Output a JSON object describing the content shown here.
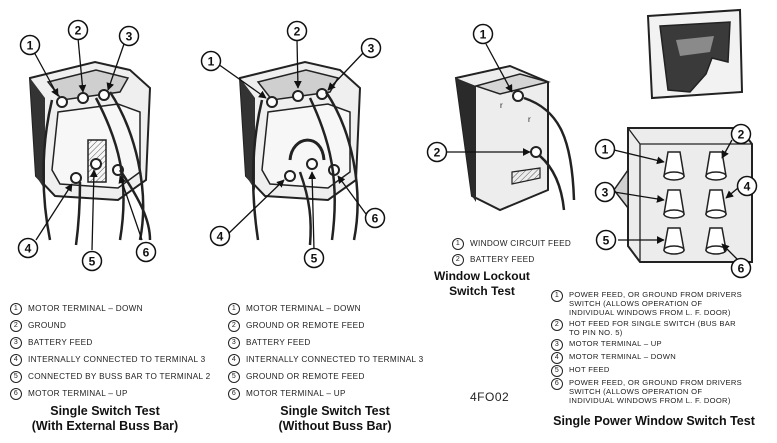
{
  "diagram_1": {
    "callouts": [
      "1",
      "2",
      "3",
      "4",
      "5",
      "6"
    ],
    "legend": [
      {
        "n": "1",
        "text": "MOTOR TERMINAL – DOWN"
      },
      {
        "n": "2",
        "text": "GROUND"
      },
      {
        "n": "3",
        "text": "BATTERY FEED"
      },
      {
        "n": "4",
        "text": "INTERNALLY CONNECTED TO TERMINAL 3"
      },
      {
        "n": "5",
        "text": "CONNECTED BY BUSS BAR TO TERMINAL 2"
      },
      {
        "n": "6",
        "text": "MOTOR TERMINAL – UP"
      }
    ],
    "caption_line1": "Single Switch Test",
    "caption_line2": "(With External Buss Bar)"
  },
  "diagram_2": {
    "callouts": [
      "1",
      "2",
      "3",
      "4",
      "5",
      "6"
    ],
    "legend": [
      {
        "n": "1",
        "text": "MOTOR TERMINAL – DOWN"
      },
      {
        "n": "2",
        "text": "GROUND OR REMOTE FEED"
      },
      {
        "n": "3",
        "text": "BATTERY FEED"
      },
      {
        "n": "4",
        "text": "INTERNALLY CONNECTED TO TERMINAL 3"
      },
      {
        "n": "5",
        "text": "GROUND OR REMOTE FEED"
      },
      {
        "n": "6",
        "text": "MOTOR TERMINAL – UP"
      }
    ],
    "caption_line1": "Single Switch Test",
    "caption_line2": "(Without Buss Bar)"
  },
  "diagram_3": {
    "callouts": [
      "1",
      "2"
    ],
    "legend": [
      {
        "n": "1",
        "text": "WINDOW CIRCUIT FEED"
      },
      {
        "n": "2",
        "text": "BATTERY FEED"
      }
    ],
    "caption_line1": "Window Lockout",
    "caption_line2": "Switch Test"
  },
  "diagram_4": {
    "callouts": [
      "1",
      "2",
      "3",
      "4",
      "5",
      "6"
    ],
    "legend": [
      {
        "n": "1",
        "text": "POWER FEED, OR GROUND FROM DRIVERS\nSWITCH (ALLOWS OPERATION OF\nINDIVIDUAL WINDOWS FROM L. F. DOOR)"
      },
      {
        "n": "2",
        "text": "HOT FEED FOR SINGLE SWITCH (BUS BAR\nTO PIN NO. 5)"
      },
      {
        "n": "3",
        "text": "MOTOR TERMINAL – UP"
      },
      {
        "n": "4",
        "text": "MOTOR TERMINAL – DOWN"
      },
      {
        "n": "5",
        "text": "HOT FEED"
      },
      {
        "n": "6",
        "text": "POWER FEED, OR GROUND FROM DRIVERS\nSWITCH (ALLOWS OPERATION OF\nINDIVIDUAL WINDOWS FROM L. F. DOOR)"
      }
    ],
    "caption": "Single Power Window Switch Test"
  },
  "figure_id": "4FO02"
}
